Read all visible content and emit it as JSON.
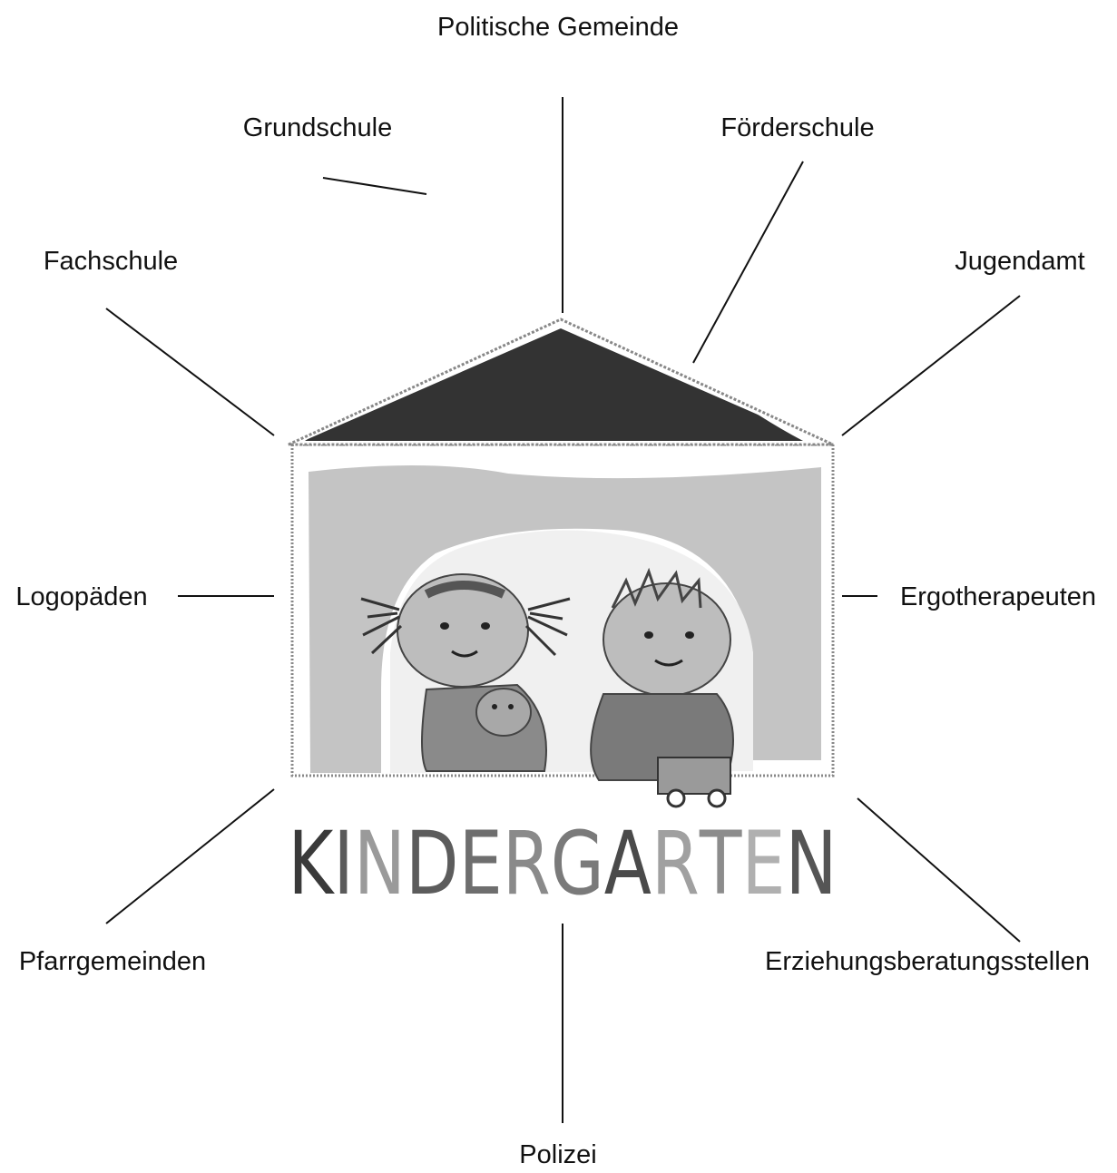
{
  "center": {
    "logo_text": "KINDERGARTEN",
    "letter_colors": [
      "#3a3a3a",
      "#5a5a5a",
      "#9a9a9a",
      "#5c5c5c",
      "#6e6e6e",
      "#8a8a8a",
      "#7a7a7a",
      "#4a4a4a",
      "#a0a0a0",
      "#8c8c8c",
      "#b0b0b0",
      "#555555"
    ]
  },
  "partners": [
    {
      "id": "politische-gemeinde",
      "label": "Politische Gemeinde"
    },
    {
      "id": "grundschule",
      "label": "Grundschule"
    },
    {
      "id": "foerderschule",
      "label": "Förderschule"
    },
    {
      "id": "fachschule",
      "label": "Fachschule"
    },
    {
      "id": "jugendamt",
      "label": "Jugendamt"
    },
    {
      "id": "logopaeden",
      "label": "Logopäden"
    },
    {
      "id": "ergotherapeuten",
      "label": "Ergotherapeuten"
    },
    {
      "id": "pfarrgemeinden",
      "label": "Pfarrgemeinden"
    },
    {
      "id": "erziehungsberatungsstellen",
      "label": "Erziehungsberatungsstellen"
    },
    {
      "id": "polizei",
      "label": "Polizei"
    }
  ],
  "colors": {
    "roof": "#333333",
    "house_fill": "#c8c8c8",
    "outline": "#777777"
  }
}
